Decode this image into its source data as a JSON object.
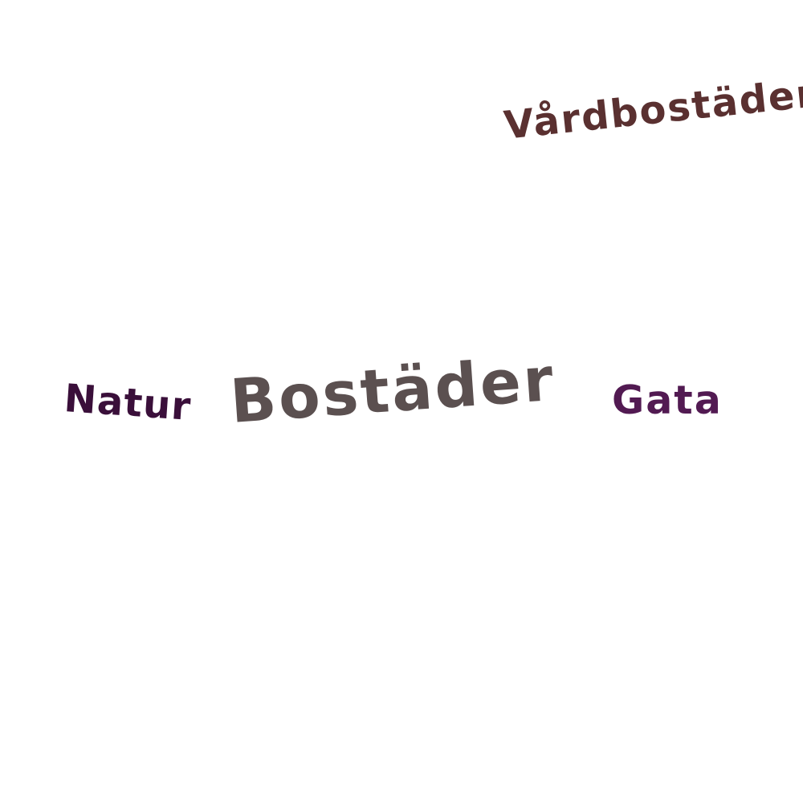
{
  "words": [
    {
      "text": "Vårdbostäder",
      "color": "#5a3030"
    },
    {
      "text": "Natur",
      "color": "#3a0f3a"
    },
    {
      "text": "Bostäder",
      "color": "#5b5050"
    },
    {
      "text": "Gata",
      "color": "#521a52"
    }
  ]
}
